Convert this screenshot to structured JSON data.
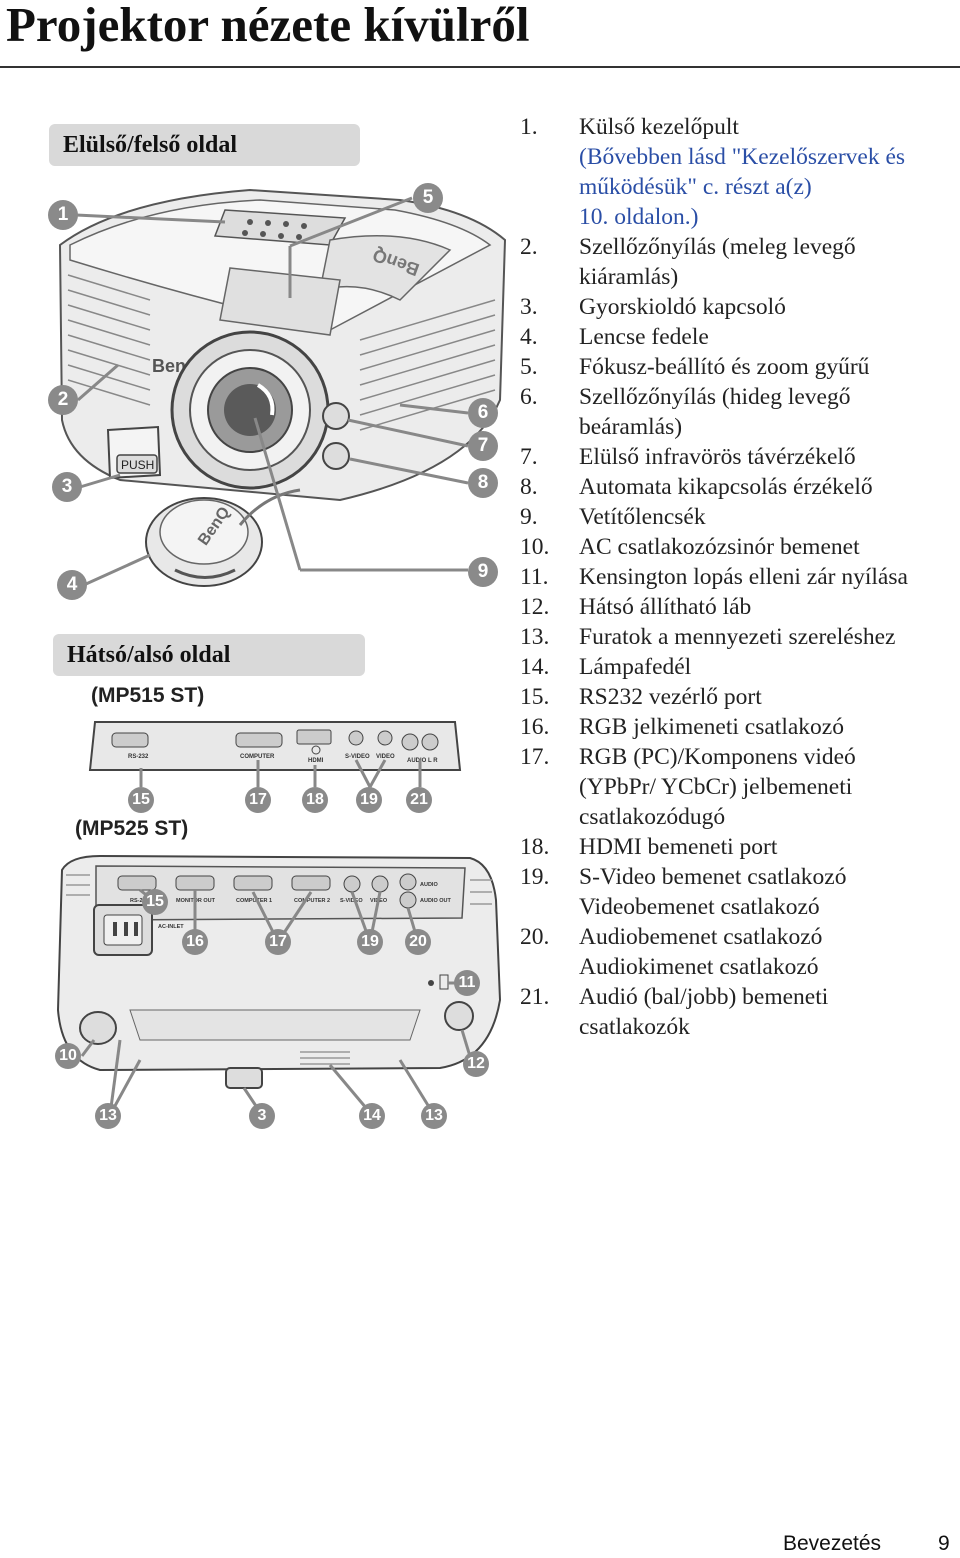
{
  "title": "Projektor nézete kívülről",
  "front_header": "Elülső/felső oldal",
  "back_header": "Hátsó/alsó oldal",
  "model_a": "(MP515 ST)",
  "model_b": "(MP525 ST)",
  "front_callouts": [
    "1",
    "2",
    "3",
    "4",
    "5",
    "6",
    "7",
    "8",
    "9"
  ],
  "mp515_callouts": [
    "15",
    "17",
    "18",
    "19",
    "21"
  ],
  "mp525_callouts": [
    "15",
    "16",
    "17",
    "19",
    "20",
    "11",
    "10",
    "12",
    "13",
    "3",
    "14",
    "13"
  ],
  "projector_labels": {
    "push": "PUSH",
    "brand": "BenQ",
    "rs232": "RS-232",
    "computer": "COMPUTER",
    "hdmi": "HDMI",
    "svideo": "S-VIDEO",
    "video": "VIDEO",
    "audio_lr": "AUDIO L R",
    "monitor_out": "MONITOR OUT",
    "computer1": "COMPUTER 1",
    "computer2": "COMPUTER 2",
    "audio": "AUDIO",
    "audio_out": "AUDIO OUT",
    "ac_inlet": "AC-INLET"
  },
  "items": [
    {
      "num": "1.",
      "lines": [
        "Külső kezelőpult"
      ],
      "links": [
        "(Bővebben lásd \"Kezelőszervek és",
        "működésük\" c. részt a(z)",
        "10. oldalon.)"
      ]
    },
    {
      "num": "2.",
      "lines": [
        "Szellőzőnyílás (meleg levegő",
        "kiáramlás)"
      ]
    },
    {
      "num": "3.",
      "lines": [
        "Gyorskioldó kapcsoló"
      ]
    },
    {
      "num": "4.",
      "lines": [
        "Lencse fedele"
      ]
    },
    {
      "num": "5.",
      "lines": [
        "Fókusz-beállító és zoom gyűrű"
      ]
    },
    {
      "num": "6.",
      "lines": [
        "Szellőzőnyílás (hideg levegő",
        "beáramlás)"
      ]
    },
    {
      "num": "7.",
      "lines": [
        "Elülső infravörös távérzékelő"
      ]
    },
    {
      "num": "8.",
      "lines": [
        "Automata kikapcsolás érzékelő"
      ]
    },
    {
      "num": "9.",
      "lines": [
        "Vetítőlencsék"
      ]
    },
    {
      "num": "10.",
      "lines": [
        "AC csatlakozózsinór bemenet"
      ]
    },
    {
      "num": "11.",
      "lines": [
        "Kensington lopás elleni zár nyílása"
      ]
    },
    {
      "num": "12.",
      "lines": [
        "Hátsó állítható láb"
      ]
    },
    {
      "num": "13.",
      "lines": [
        "Furatok a mennyezeti szereléshez"
      ]
    },
    {
      "num": "14.",
      "lines": [
        "Lámpafedél"
      ]
    },
    {
      "num": "15.",
      "lines": [
        "RS232 vezérlő port"
      ]
    },
    {
      "num": "16.",
      "lines": [
        "RGB jelkimeneti csatlakozó"
      ]
    },
    {
      "num": "17.",
      "lines": [
        "RGB (PC)/Komponens videó",
        "(YPbPr/ YCbCr) jelbemeneti",
        "csatlakozódugó"
      ]
    },
    {
      "num": "18.",
      "lines": [
        "HDMI bemeneti port"
      ]
    },
    {
      "num": "19.",
      "lines": [
        "S-Video bemenet csatlakozó",
        "Videobemenet csatlakozó"
      ]
    },
    {
      "num": "20.",
      "lines": [
        "Audiobemenet csatlakozó",
        "Audiokimenet csatlakozó"
      ]
    },
    {
      "num": "21.",
      "lines": [
        "Audió (bal/jobb) bemeneti",
        "csatlakozók"
      ]
    }
  ],
  "footer": {
    "section": "Bevezetés",
    "page": "9"
  }
}
